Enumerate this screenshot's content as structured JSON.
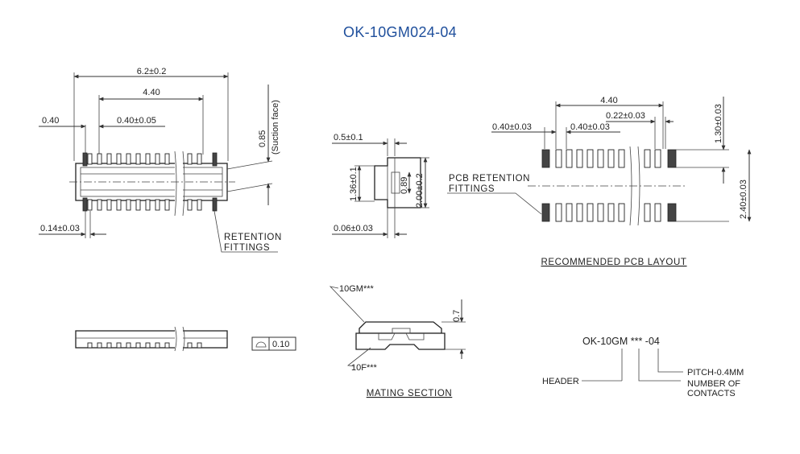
{
  "title": "OK-10GM024-04",
  "top_view": {
    "dim_width": "6.2±0.2",
    "dim_pitch_span": "4.40",
    "dim_left": "0.40",
    "dim_pitch": "0.40±0.05",
    "dim_height": "0.85",
    "suction_face": "(Suction face)",
    "dim_lead": "0.14±0.03",
    "retention_line1": "RETENTION",
    "retention_line2": "FITTINGS"
  },
  "side_view": {
    "dim_top": "0.5±0.1",
    "dim_136": "1.36±0.1",
    "dim_089": "0.89",
    "dim_200": "2.00±0.2",
    "dim_bottom": "0.06±0.03"
  },
  "pcb_layout": {
    "dim_span": "4.40",
    "dim_022": "0.22±0.03",
    "dim_left": "0.40±0.03",
    "dim_pitch": "0.40±0.03",
    "dim_130": "1.30±0.03",
    "dim_240": "2.40±0.03",
    "pcb_line1": "PCB RETENTION",
    "pcb_line2": "FITTINGS",
    "caption": "RECOMMENDED PCB LAYOUT"
  },
  "front_view": {
    "flatness": "0.10"
  },
  "mating": {
    "header": "10GM***",
    "receptacle": "10F***",
    "dim_07": "0.7",
    "caption": "MATING SECTION"
  },
  "part_number": {
    "code": "OK-10GM *** -04",
    "header": "HEADER",
    "pitch": "PITCH-0.4MM",
    "contacts_line1": "NUMBER OF",
    "contacts_line2": "CONTACTS"
  }
}
